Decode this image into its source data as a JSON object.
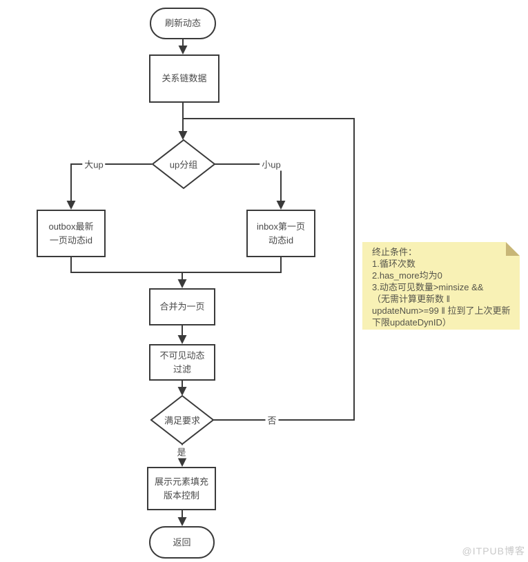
{
  "diagram": {
    "type": "flowchart",
    "nodes": {
      "start": {
        "label": "刷新动态",
        "shape": "terminator"
      },
      "relation": {
        "label": "关系链数据",
        "shape": "process"
      },
      "up_group": {
        "label": "up分组",
        "shape": "decision"
      },
      "outbox": {
        "label": "outbox最新\n一页动态id",
        "shape": "process"
      },
      "inbox": {
        "label": "inbox第一页\n动态id",
        "shape": "process"
      },
      "merge": {
        "label": "合并为一页",
        "shape": "process"
      },
      "filter": {
        "label": "不可见动态\n过滤",
        "shape": "process"
      },
      "check": {
        "label": "满足要求",
        "shape": "decision"
      },
      "display": {
        "label": "展示元素填充\n版本控制",
        "shape": "process"
      },
      "end": {
        "label": "返回",
        "shape": "terminator"
      }
    },
    "edge_labels": {
      "big_up": "大up",
      "small_up": "小up",
      "no": "否",
      "yes": "是"
    },
    "note": {
      "title": "终止条件：",
      "body": "1.循环次数\n2.has_more均为0\n3.动态可见数量>minsize &&\n（无需计算更新数 ‖\nupdateNum>=99 ‖ 拉到了上次更新\n下限updateDynID）"
    },
    "watermark": "@ITPUB博客",
    "colors": {
      "background": "#ffffff",
      "line": "#3a3a3a",
      "text": "#4a4a4a",
      "note_bg": "#f8f1b5",
      "note_fold": "#c8b677",
      "note_text": "#55544a",
      "watermark": "#c9c9c9"
    }
  }
}
